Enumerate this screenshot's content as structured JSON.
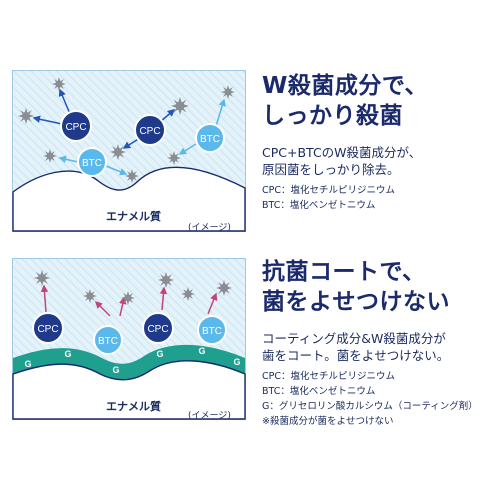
{
  "section1": {
    "title_line1": "W殺菌成分で、",
    "title_line2": "しっかり殺菌",
    "desc_line1": "CPC+BTCのW殺菌成分が、",
    "desc_line2": "原因菌をしっかり除去。",
    "note1": "CPC：塩化セチルピリジニウム",
    "note2": "BTC：塩化ベンゼトニウム",
    "diagram": {
      "label_cpc": "CPC",
      "label_btc": "BTC",
      "enamel_label": "エナメル質",
      "image_note": "(イメージ)"
    }
  },
  "section2": {
    "title_line1": "抗菌コートで、",
    "title_line2": "菌をよせつけない",
    "desc_line1": "コーティング成分&W殺菌成分が",
    "desc_line2": "歯をコート。菌をよせつけない。",
    "note1": "CPC：塩化セチルピリジニウム",
    "note2": "BTC：塩化ベンゼトニウム",
    "note3": "G：グリセロリン酸カルシウム（コーティング剤）",
    "note4": "※殺菌成分が菌をよせつけない",
    "diagram": {
      "label_cpc": "CPC",
      "label_btc": "BTC",
      "label_g": "G",
      "enamel_label": "エナメル質",
      "image_note": "(イメージ)"
    }
  },
  "colors": {
    "cpc": "#1f3a8a",
    "btc": "#5bb8ea",
    "coat": "#1fa08f",
    "arrow_blue": "#2456b8",
    "arrow_pink": "#c2457a",
    "bacteria": "#8a8d91",
    "panel_bg": "#e6f3fa",
    "title": "#1a2a6c"
  }
}
